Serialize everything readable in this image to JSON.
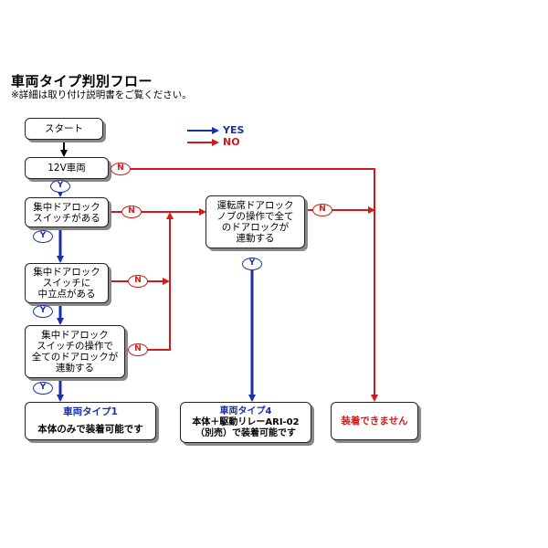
{
  "title": "車両タイプ判別フロー",
  "note": "※詳細は取り付け説明書をご覧ください。",
  "legend": {
    "yes": "YES",
    "no": "NO"
  },
  "badges": {
    "yes": "Y",
    "no": "N"
  },
  "nodes": {
    "start": "スタート",
    "q1": "12V車両",
    "q2": "集中ドアロック\nスイッチがある",
    "q3": "集中ドアロック\nスイッチに\n中立点がある",
    "q4": "集中ドアロック\nスイッチの操作で\n全てのドアロックが\n連動する",
    "q5": "運転席ドアロック\nノブの操作で全て\nのドアロックが\n連動する"
  },
  "results": {
    "type1": {
      "title": "車両タイプ1",
      "body": "本体のみで装着可能です"
    },
    "type4": {
      "title": "車両タイプ4",
      "body": "本体＋駆動リレーARI-02",
      "body2": "（別売）で装着可能です"
    },
    "ng": {
      "text": "装着できません"
    }
  },
  "colors": {
    "yes": "#1a2fa8",
    "no": "#d11a1a"
  }
}
